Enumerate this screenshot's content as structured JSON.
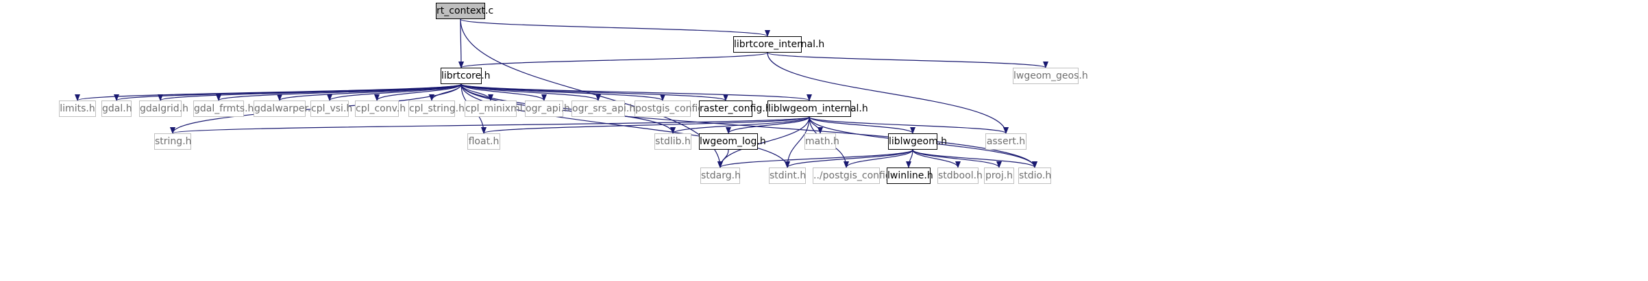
{
  "diagram": {
    "edge_color": "#191970",
    "nodes": [
      {
        "id": "rt_context",
        "label": "rt_context.c",
        "kind": "root"
      },
      {
        "id": "librtcore_internal",
        "label": "librtcore_internal.h",
        "kind": "documented"
      },
      {
        "id": "librtcore",
        "label": "librtcore.h",
        "kind": "documented"
      },
      {
        "id": "lwgeom_geos",
        "label": "lwgeom_geos.h",
        "kind": "external"
      },
      {
        "id": "limits",
        "label": "limits.h",
        "kind": "external"
      },
      {
        "id": "gdal",
        "label": "gdal.h",
        "kind": "external"
      },
      {
        "id": "gdalgrid",
        "label": "gdalgrid.h",
        "kind": "external"
      },
      {
        "id": "gdal_frmts",
        "label": "gdal_frmts.h",
        "kind": "external"
      },
      {
        "id": "gdalwarper",
        "label": "gdalwarper.h",
        "kind": "external"
      },
      {
        "id": "cpl_vsi",
        "label": "cpl_vsi.h",
        "kind": "external"
      },
      {
        "id": "cpl_conv",
        "label": "cpl_conv.h",
        "kind": "external"
      },
      {
        "id": "cpl_string",
        "label": "cpl_string.h",
        "kind": "external"
      },
      {
        "id": "cpl_minixml",
        "label": "cpl_minixml.h",
        "kind": "external"
      },
      {
        "id": "ogr_api",
        "label": "ogr_api.h",
        "kind": "external"
      },
      {
        "id": "ogr_srs_api",
        "label": "ogr_srs_api.h",
        "kind": "external"
      },
      {
        "id": "postgis_config",
        "label": "postgis_config.h",
        "kind": "external"
      },
      {
        "id": "raster_config",
        "label": "raster_config.h",
        "kind": "documented"
      },
      {
        "id": "liblwgeom_internal",
        "label": "liblwgeom_internal.h",
        "kind": "documented"
      },
      {
        "id": "string",
        "label": "string.h",
        "kind": "external"
      },
      {
        "id": "float",
        "label": "float.h",
        "kind": "external"
      },
      {
        "id": "stdlib",
        "label": "stdlib.h",
        "kind": "external"
      },
      {
        "id": "lwgeom_log",
        "label": "lwgeom_log.h",
        "kind": "documented"
      },
      {
        "id": "math",
        "label": "math.h",
        "kind": "external"
      },
      {
        "id": "liblwgeom",
        "label": "liblwgeom.h",
        "kind": "documented"
      },
      {
        "id": "assert",
        "label": "assert.h",
        "kind": "external"
      },
      {
        "id": "stdarg",
        "label": "stdarg.h",
        "kind": "external"
      },
      {
        "id": "stdint",
        "label": "stdint.h",
        "kind": "external"
      },
      {
        "id": "postgis_config_rel",
        "label": "../postgis_config.h",
        "kind": "external"
      },
      {
        "id": "lwinline",
        "label": "lwinline.h",
        "kind": "documented"
      },
      {
        "id": "stdbool",
        "label": "stdbool.h",
        "kind": "external"
      },
      {
        "id": "proj",
        "label": "proj.h",
        "kind": "external"
      },
      {
        "id": "stdio",
        "label": "stdio.h",
        "kind": "external"
      }
    ],
    "edges": [
      [
        "rt_context",
        "librtcore"
      ],
      [
        "rt_context",
        "librtcore_internal"
      ],
      [
        "rt_context",
        "stdarg"
      ],
      [
        "librtcore_internal",
        "librtcore"
      ],
      [
        "librtcore_internal",
        "lwgeom_geos"
      ],
      [
        "librtcore_internal",
        "assert"
      ],
      [
        "librtcore",
        "limits"
      ],
      [
        "librtcore",
        "gdal"
      ],
      [
        "librtcore",
        "gdalgrid"
      ],
      [
        "librtcore",
        "gdal_frmts"
      ],
      [
        "librtcore",
        "gdalwarper"
      ],
      [
        "librtcore",
        "cpl_vsi"
      ],
      [
        "librtcore",
        "cpl_conv"
      ],
      [
        "librtcore",
        "cpl_string"
      ],
      [
        "librtcore",
        "cpl_minixml"
      ],
      [
        "librtcore",
        "ogr_api"
      ],
      [
        "librtcore",
        "ogr_srs_api"
      ],
      [
        "librtcore",
        "postgis_config"
      ],
      [
        "librtcore",
        "raster_config"
      ],
      [
        "librtcore",
        "liblwgeom_internal"
      ],
      [
        "librtcore",
        "string"
      ],
      [
        "librtcore",
        "float"
      ],
      [
        "librtcore",
        "stdlib"
      ],
      [
        "librtcore",
        "stdint"
      ],
      [
        "librtcore",
        "stdio"
      ],
      [
        "liblwgeom_internal",
        "string"
      ],
      [
        "liblwgeom_internal",
        "float"
      ],
      [
        "liblwgeom_internal",
        "stdlib"
      ],
      [
        "liblwgeom_internal",
        "lwgeom_log"
      ],
      [
        "liblwgeom_internal",
        "math"
      ],
      [
        "liblwgeom_internal",
        "liblwgeom"
      ],
      [
        "liblwgeom_internal",
        "assert"
      ],
      [
        "liblwgeom_internal",
        "stdarg"
      ],
      [
        "liblwgeom_internal",
        "stdint"
      ],
      [
        "liblwgeom_internal",
        "postgis_config_rel"
      ],
      [
        "liblwgeom_internal",
        "stdio"
      ],
      [
        "lwgeom_log",
        "stdarg"
      ],
      [
        "liblwgeom",
        "stdarg"
      ],
      [
        "liblwgeom",
        "stdint"
      ],
      [
        "liblwgeom",
        "postgis_config_rel"
      ],
      [
        "liblwgeom",
        "lwinline"
      ],
      [
        "liblwgeom",
        "stdbool"
      ],
      [
        "liblwgeom",
        "proj"
      ],
      [
        "liblwgeom",
        "stdio"
      ]
    ]
  }
}
